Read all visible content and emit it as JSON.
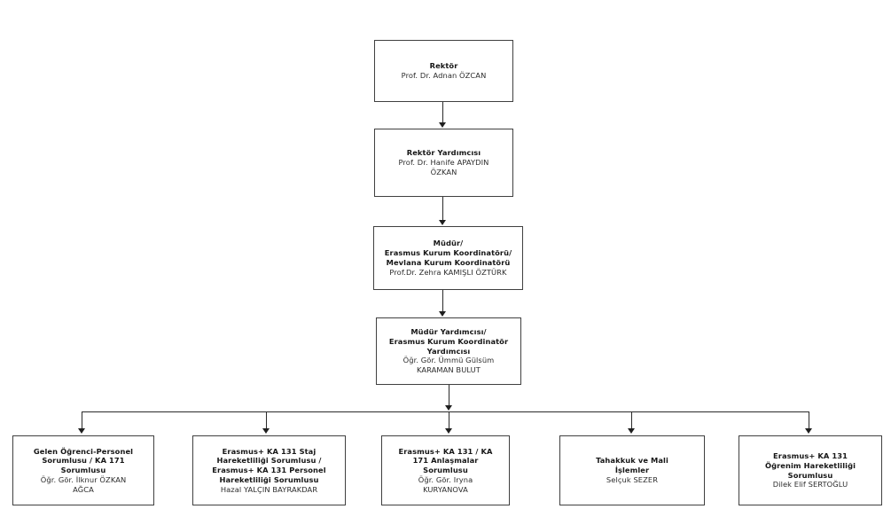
{
  "chart_data": {
    "type": "diagram",
    "title": "",
    "orientation": "top-down organizational hierarchy",
    "levels": 5,
    "nodes": [
      {
        "id": "rektor",
        "level": 1,
        "title": "Rektör",
        "person": "Prof. Dr. Adnan ÖZCAN",
        "parent": null
      },
      {
        "id": "rektor-yardimcisi",
        "level": 2,
        "title": "Rektör Yardımcısı",
        "person": "Prof. Dr. Hanife APAYDIN\nÖZKAN",
        "parent": "rektor"
      },
      {
        "id": "mudur",
        "level": 3,
        "title": "Müdür/\nErasmus Kurum Koordinatörü/\nMevlana Kurum Koordinatörü",
        "person": "Prof.Dr. Zehra KAMIŞLI ÖZTÜRK",
        "parent": "rektor-yardimcisi"
      },
      {
        "id": "mudur-yardimcisi",
        "level": 4,
        "title": "Müdür Yardımcısı/\nErasmus Kurum Koordinatör\nYardımcısı",
        "person": "Öğr. Gör. Ümmü Gülsüm\nKARAMAN BULUT",
        "parent": "mudur"
      },
      {
        "id": "gelen-ogrenci-personel",
        "level": 5,
        "title": "Gelen Öğrenci-Personel\nSorumlusu / KA 171\nSorumlusu",
        "person": "Öğr. Gör. İlknur ÖZKAN\nAĞCA",
        "parent": "mudur-yardimcisi"
      },
      {
        "id": "staj-personel-hareketliligi",
        "level": 5,
        "title": "Erasmus+ KA 131 Staj\nHareketliliği Sorumlusu /\nErasmus+ KA 131 Personel\nHareketliliği Sorumlusu",
        "person": "Hazal YALÇIN BAYRAKDAR",
        "parent": "mudur-yardimcisi"
      },
      {
        "id": "anlasmalar-sorumlusu",
        "level": 5,
        "title": "Erasmus+ KA 131 / KA\n171 Anlaşmalar\nSorumlusu",
        "person": "Öğr. Gör. Iryna\nKURYANOVA",
        "parent": "mudur-yardimcisi"
      },
      {
        "id": "tahakkuk-mali-islemler",
        "level": 5,
        "title": "Tahakkuk ve Mali\nİşlemler",
        "person": "Selçuk SEZER",
        "parent": "mudur-yardimcisi"
      },
      {
        "id": "ogrenim-hareketliligi",
        "level": 5,
        "title": "Erasmus+ KA 131\nÖğrenim Hareketliliği\nSorumlusu",
        "person": "Dilek Elif SERTOĞLU",
        "parent": "mudur-yardimcisi"
      }
    ],
    "colors": {
      "background": "#ffffff",
      "box_border": "#404040",
      "connector": "#2a2a2a",
      "title_text": "#161616",
      "person_text": "#2b2b2b"
    }
  }
}
